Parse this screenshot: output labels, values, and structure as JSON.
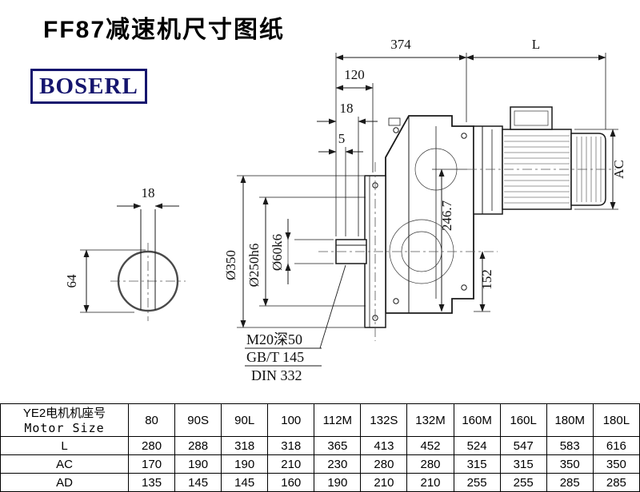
{
  "page": {
    "title": "FF87减速机尺寸图纸",
    "brand": "BOSERL"
  },
  "colors": {
    "brand_blue": "#15156e",
    "line": "#1a1a1a"
  },
  "shaft_view": {
    "key_width": "18",
    "height": "64"
  },
  "dims": {
    "overall_374": "374",
    "motor_L": "L",
    "d120": "120",
    "d18": "18",
    "d5": "5",
    "ac": "AC",
    "h246": "246.7",
    "h152": "152",
    "flange_od": "Ø350",
    "spigot": "Ø250h6",
    "shaft_d": "Ø60k6"
  },
  "notes": {
    "tap": "M20深50",
    "std1": "GB/T 145",
    "std2": "DIN 332"
  },
  "table": {
    "header_cn": "YE2电机机座号",
    "header_en": "Motor Size",
    "columns": [
      "80",
      "90S",
      "90L",
      "100",
      "112M",
      "132S",
      "132M",
      "160M",
      "160L",
      "180M",
      "180L"
    ],
    "rows": [
      {
        "label": "L",
        "values": [
          "280",
          "288",
          "318",
          "318",
          "365",
          "413",
          "452",
          "524",
          "547",
          "583",
          "616"
        ]
      },
      {
        "label": "AC",
        "values": [
          "170",
          "190",
          "190",
          "210",
          "230",
          "280",
          "280",
          "315",
          "315",
          "350",
          "350"
        ]
      },
      {
        "label": "AD",
        "values": [
          "135",
          "145",
          "145",
          "160",
          "190",
          "210",
          "210",
          "255",
          "255",
          "285",
          "285"
        ]
      }
    ]
  }
}
